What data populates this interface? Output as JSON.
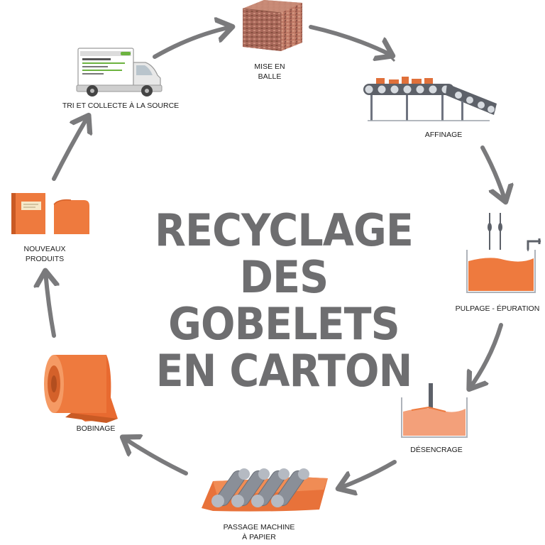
{
  "title": {
    "line1": "RECYCLAGE",
    "line2": "DES GOBELETS",
    "line3": "EN CARTON"
  },
  "steps": [
    {
      "label": [
        "TRI ET COLLECTE À LA SOURCE"
      ],
      "icon": "truck-icon"
    },
    {
      "label": [
        "MISE EN",
        "BALLE"
      ],
      "icon": "bale-icon"
    },
    {
      "label": [
        "AFFINAGE"
      ],
      "icon": "conveyor-icon"
    },
    {
      "label": [
        "PULPAGE - ÉPURATION"
      ],
      "icon": "pulper-tank-icon"
    },
    {
      "label": [
        "DÉSENCRAGE"
      ],
      "icon": "deinking-tank-icon"
    },
    {
      "label": [
        "PASSAGE MACHINE",
        "À PAPIER"
      ],
      "icon": "paper-machine-icon"
    },
    {
      "label": [
        "BOBINAGE"
      ],
      "icon": "paper-roll-icon"
    },
    {
      "label": [
        "NOUVEAUX",
        "PRODUITS"
      ],
      "icon": "notebook-products-icon"
    }
  ],
  "colors": {
    "title": "#6e6e70",
    "arrows": "#7a7a7c",
    "orange": "#ee7a3e",
    "dark_orange": "#d4612a",
    "bale_brick": "#b8705c",
    "steel": "#8a8f98"
  }
}
